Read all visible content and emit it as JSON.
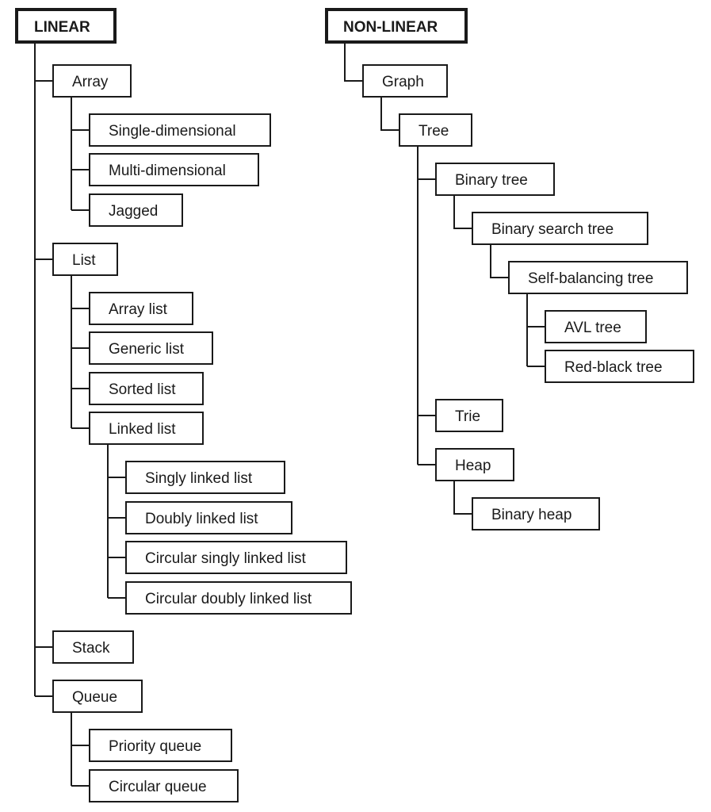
{
  "linear": {
    "title": "LINEAR",
    "array": {
      "label": "Array",
      "children": [
        "Single-dimensional",
        "Multi-dimensional",
        "Jagged"
      ]
    },
    "list": {
      "label": "List",
      "children": [
        "Array list",
        "Generic list",
        "Sorted list",
        "Linked list"
      ],
      "linked_list_children": [
        "Singly linked list",
        "Doubly linked list",
        "Circular singly linked list",
        "Circular doubly linked list"
      ]
    },
    "stack": {
      "label": "Stack"
    },
    "queue": {
      "label": "Queue",
      "children": [
        "Priority queue",
        "Circular queue"
      ]
    }
  },
  "nonlinear": {
    "title": "NON-LINEAR",
    "graph": {
      "label": "Graph"
    },
    "tree": {
      "label": "Tree"
    },
    "binary_tree": {
      "label": "Binary tree"
    },
    "binary_search_tree": {
      "label": "Binary search tree"
    },
    "self_balancing_tree": {
      "label": "Self-balancing tree",
      "children": [
        "AVL tree",
        "Red-black tree"
      ]
    },
    "trie": {
      "label": "Trie"
    },
    "heap": {
      "label": "Heap",
      "children": [
        "Binary heap"
      ]
    }
  }
}
